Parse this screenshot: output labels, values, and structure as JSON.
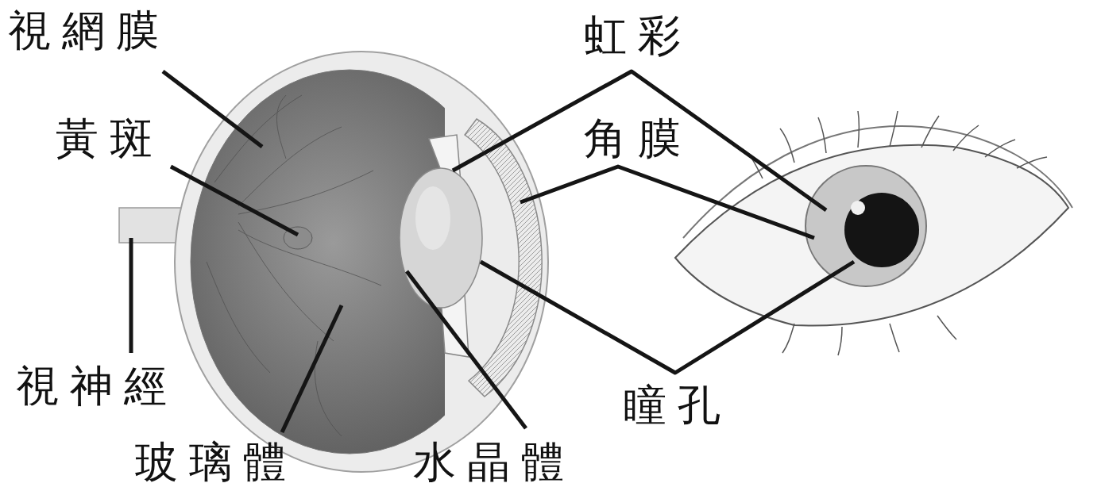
{
  "diagram": {
    "labels": [
      "視網膜",
      "虹彩",
      "黃斑",
      "角膜",
      "視神經",
      "瞳孔",
      "玻璃體",
      "水晶體"
    ]
  }
}
